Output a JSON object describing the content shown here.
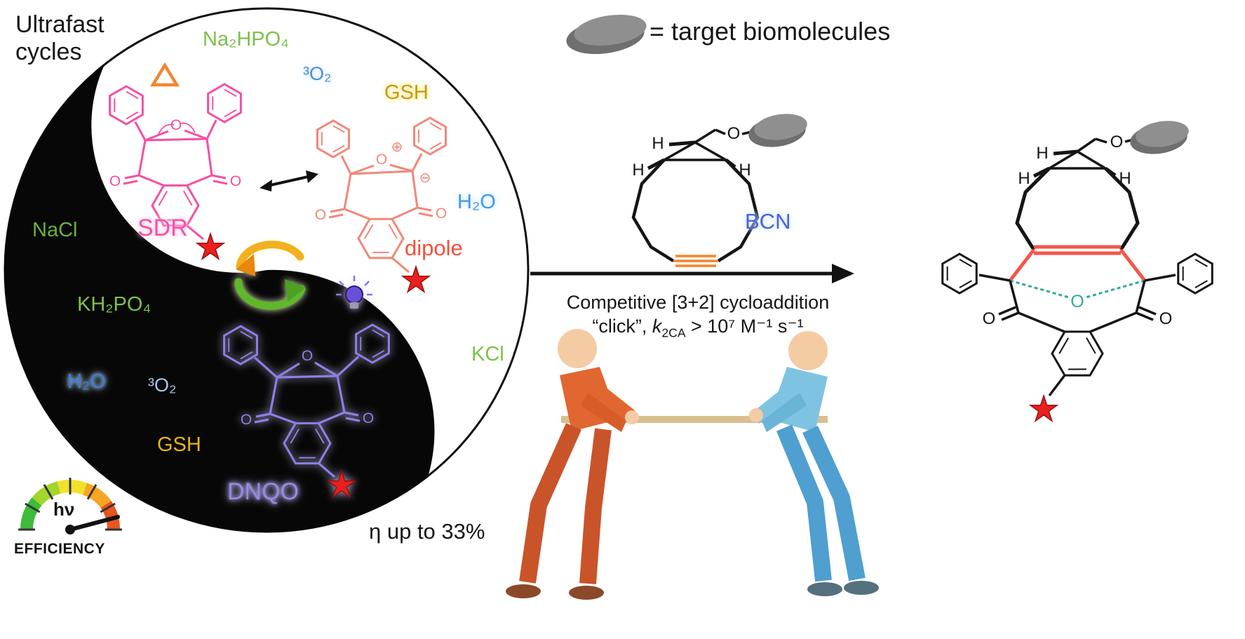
{
  "canvas": {
    "width": "1775",
    "height": "911"
  },
  "yin_yang": {
    "title": "Ultrafast\ncycles",
    "species": {
      "na2hpo4": "Na₂HPO₄",
      "o2_top": "³O₂",
      "gsh_top": "GSH",
      "h2o_right": "H₂O",
      "nacl": "NaCl",
      "kh2po4": "KH₂PO₄",
      "h2o_left": "H₂O",
      "o2_left": "³O₂",
      "gsh_left": "GSH",
      "kcl": "KCl"
    },
    "structures": {
      "sdr": "SDR",
      "dipole": "dipole",
      "dnqo": "DNQO"
    },
    "yield_text": "η up to 33%",
    "gauge": {
      "hv": "hν",
      "label": "EFFICIENCY"
    }
  },
  "legend": {
    "text": "= target biomolecules"
  },
  "bcn": {
    "label": "BCN"
  },
  "reaction": {
    "line1": "Competitive [3+2] cycloaddition",
    "click": "“click”, ",
    "k": "k",
    "k_sub": "2CA",
    "rate": " > 10⁷ M⁻¹ s⁻¹"
  },
  "atoms": {
    "H": "H",
    "O": "O"
  },
  "charges": {
    "plus": "⊕",
    "minus": "⊖"
  },
  "colors": {
    "sdr_pink": "#f44fa4",
    "dipole_salmon": "#f08878",
    "dnqo_purple": "#8b7fe8",
    "salt_green": "#7cc24a",
    "water_blue": "#2f7fe8",
    "gsh_gold": "#d9a417",
    "star_red": "#e8201e",
    "alkyne_orange": "#f5862c",
    "ylide_teal": "#2fa8a0",
    "bcn_blue": "#4a63d8"
  }
}
